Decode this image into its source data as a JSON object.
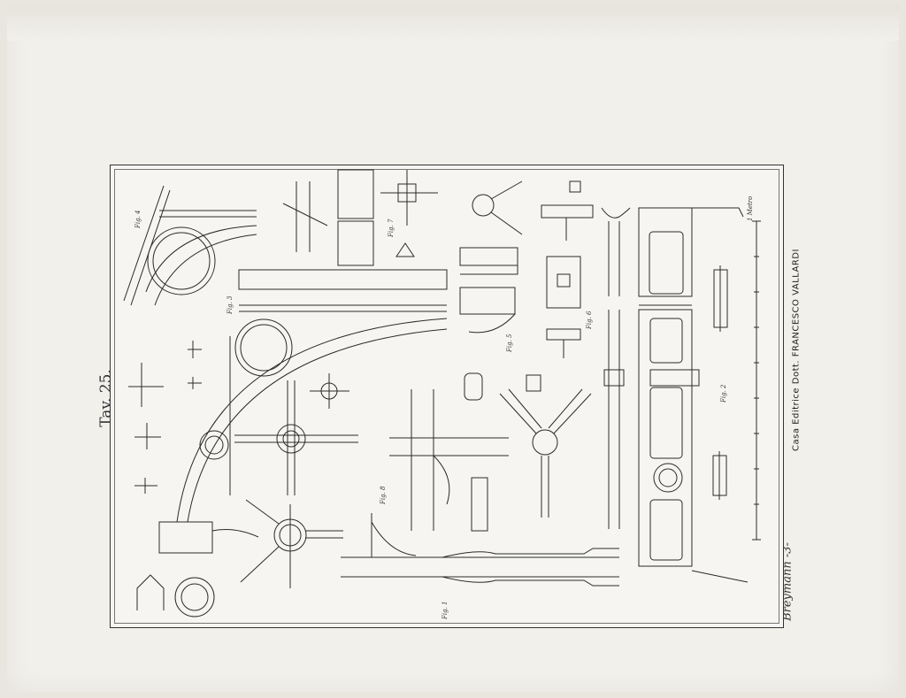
{
  "plate": {
    "number": "Tav. 25.",
    "publisher": "Casa Editrice Dott. FRANCESCO VALLARDI",
    "author": "Breymann -3-"
  },
  "figures": {
    "fig1": "Fig. 1",
    "fig2": "Fig. 2",
    "fig3": "Fig. 3",
    "fig4": "Fig. 4",
    "fig5": "Fig. 5",
    "fig6": "Fig. 6",
    "fig7": "Fig. 7",
    "fig8": "Fig. 8",
    "metro": "1 Metro"
  }
}
